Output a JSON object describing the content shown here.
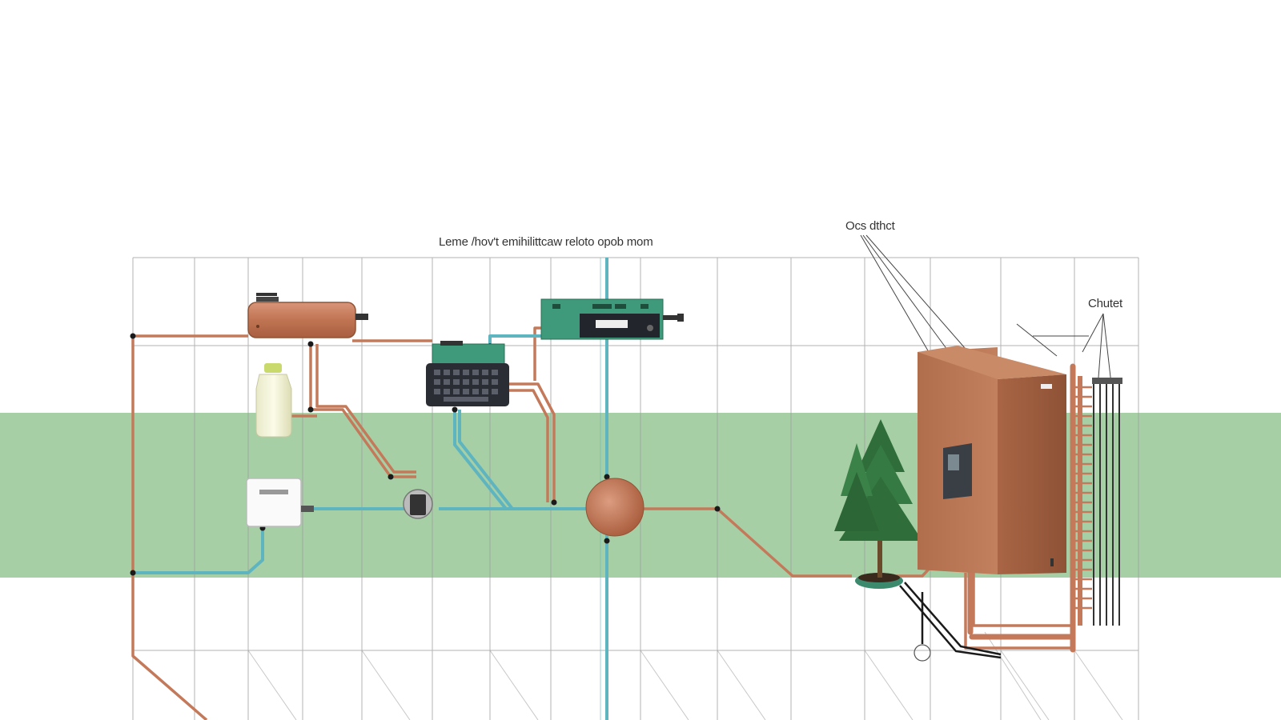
{
  "labels": {
    "top_caption": "Leme /hov't emihilittcaw reloto opob mom",
    "callout_right": "Ocs dthct",
    "callout_far_right": "Chutet"
  },
  "colors": {
    "background": "#ffffff",
    "band": "#a7cfa6",
    "grid_line": "#9a9a9a",
    "copper_pipe": "#c47a5a",
    "teal_pipe": "#5fb5bf",
    "black_cable": "#1a1a1a",
    "copper_device": "#b8724f",
    "green_panel": "#3e9a7a",
    "dark_device": "#2a2d33",
    "tree": "#2f6e3a"
  },
  "icons": {
    "heater": "copper-tank-icon",
    "bottle": "bottle-icon",
    "keypad": "keypad-device-icon",
    "control_panel": "control-panel-icon",
    "white_box": "junction-box-icon",
    "valve": "valve-icon",
    "pump": "pump-ball-icon",
    "tree": "pine-tree-icon",
    "cabinet": "copper-cabinet-icon",
    "radiator": "radiator-coil-icon"
  }
}
